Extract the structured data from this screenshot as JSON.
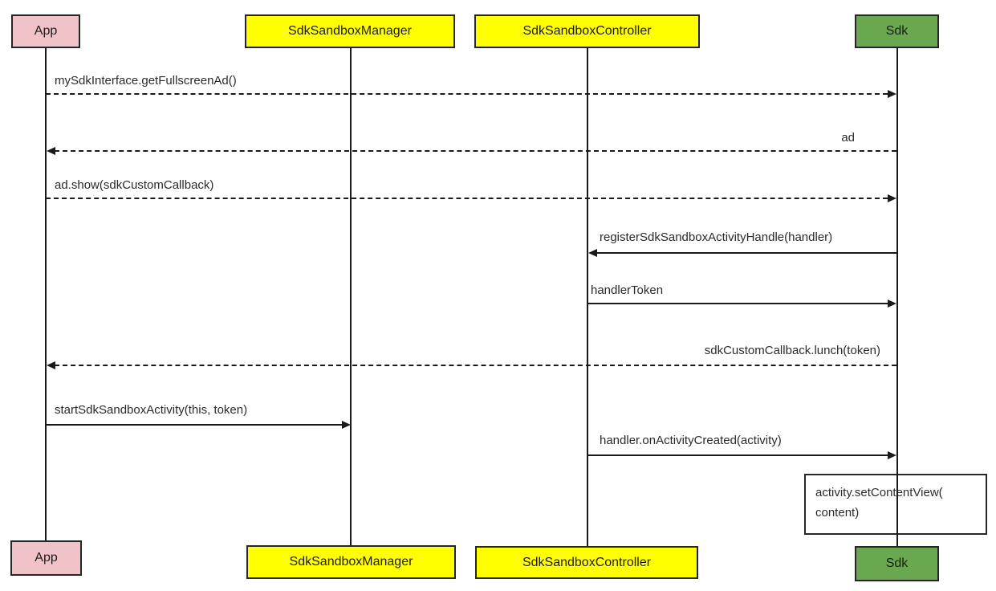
{
  "diagram": {
    "type": "uml-sequence",
    "colors": {
      "app_fill": "#f0c3c8",
      "manager_fill": "#ffff00",
      "controller_fill": "#ffff00",
      "sdk_fill": "#6aa84f",
      "border": "#262626",
      "line": "#1a1a1a",
      "text": "#2b2b2b",
      "note_fill": "#ffffff",
      "background": "#ffffff"
    },
    "actors": [
      {
        "id": "app",
        "label": "App",
        "fill": "#f0c3c8"
      },
      {
        "id": "sdk-sandbox-manager",
        "label": "SdkSandboxManager",
        "fill": "#ffff00"
      },
      {
        "id": "sdk-sandbox-controller",
        "label": "SdkSandboxController",
        "fill": "#ffff00"
      },
      {
        "id": "sdk",
        "label": "Sdk",
        "fill": "#6aa84f"
      }
    ],
    "messages": [
      {
        "label": "mySdkInterface.getFullscreenAd()",
        "from": "app",
        "to": "sdk",
        "style": "dashed"
      },
      {
        "label": "ad",
        "from": "sdk",
        "to": "app",
        "style": "dashed"
      },
      {
        "label": "ad.show(sdkCustomCallback)",
        "from": "app",
        "to": "sdk",
        "style": "dashed"
      },
      {
        "label": "registerSdkSandboxActivityHandle(handler)",
        "from": "sdk",
        "to": "sdk-sandbox-controller",
        "style": "solid"
      },
      {
        "label": "handlerToken",
        "from": "sdk-sandbox-controller",
        "to": "sdk",
        "style": "solid"
      },
      {
        "label": "sdkCustomCallback.lunch(token)",
        "from": "sdk",
        "to": "app",
        "style": "dashed"
      },
      {
        "label": "startSdkSandboxActivity(this, token)",
        "from": "app",
        "to": "sdk-sandbox-manager",
        "style": "solid"
      },
      {
        "label": "handler.onActivityCreated(activity)",
        "from": "sdk-sandbox-controller",
        "to": "sdk",
        "style": "solid"
      }
    ],
    "note": {
      "line1": "activity.setContentView(",
      "line2": "content)"
    }
  }
}
